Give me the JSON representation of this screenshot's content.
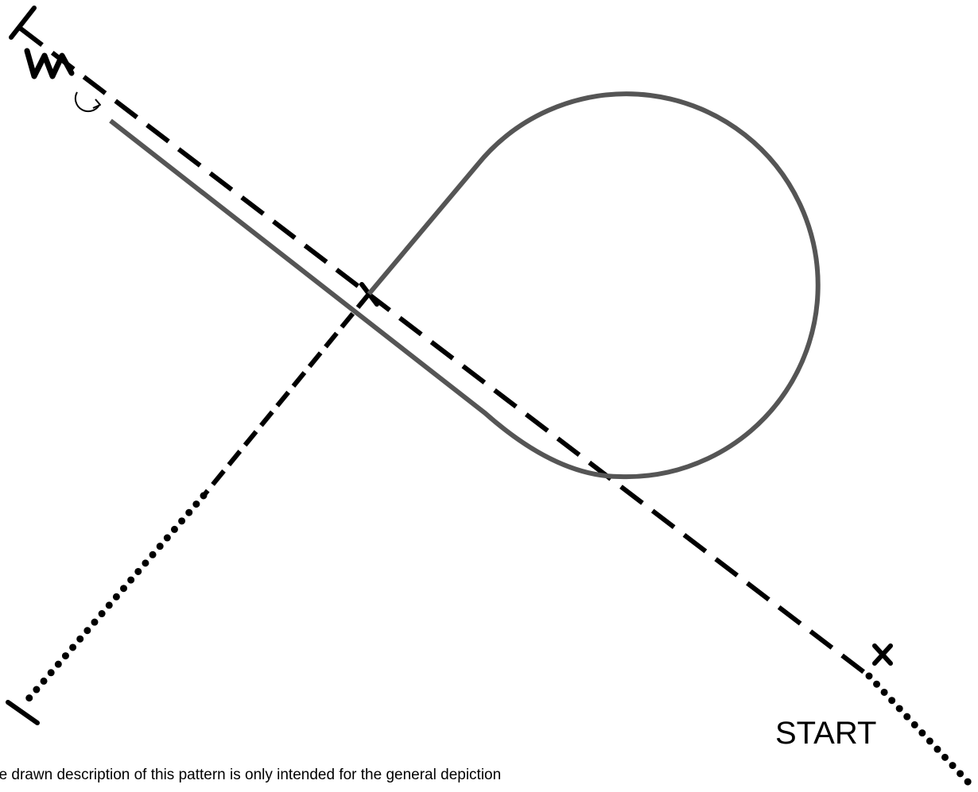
{
  "diagram": {
    "start_label": "START",
    "footnote": "he drawn description of this pattern is only intended for the general depiction",
    "wind_mark": "W"
  },
  "colors": {
    "background": "#ffffff",
    "ink": "#000000",
    "flight_path": "#555555"
  },
  "icons": {
    "wind": "wind-icon",
    "rotation": "rotation-arrow-icon",
    "start_marker": "x-marker-icon"
  }
}
